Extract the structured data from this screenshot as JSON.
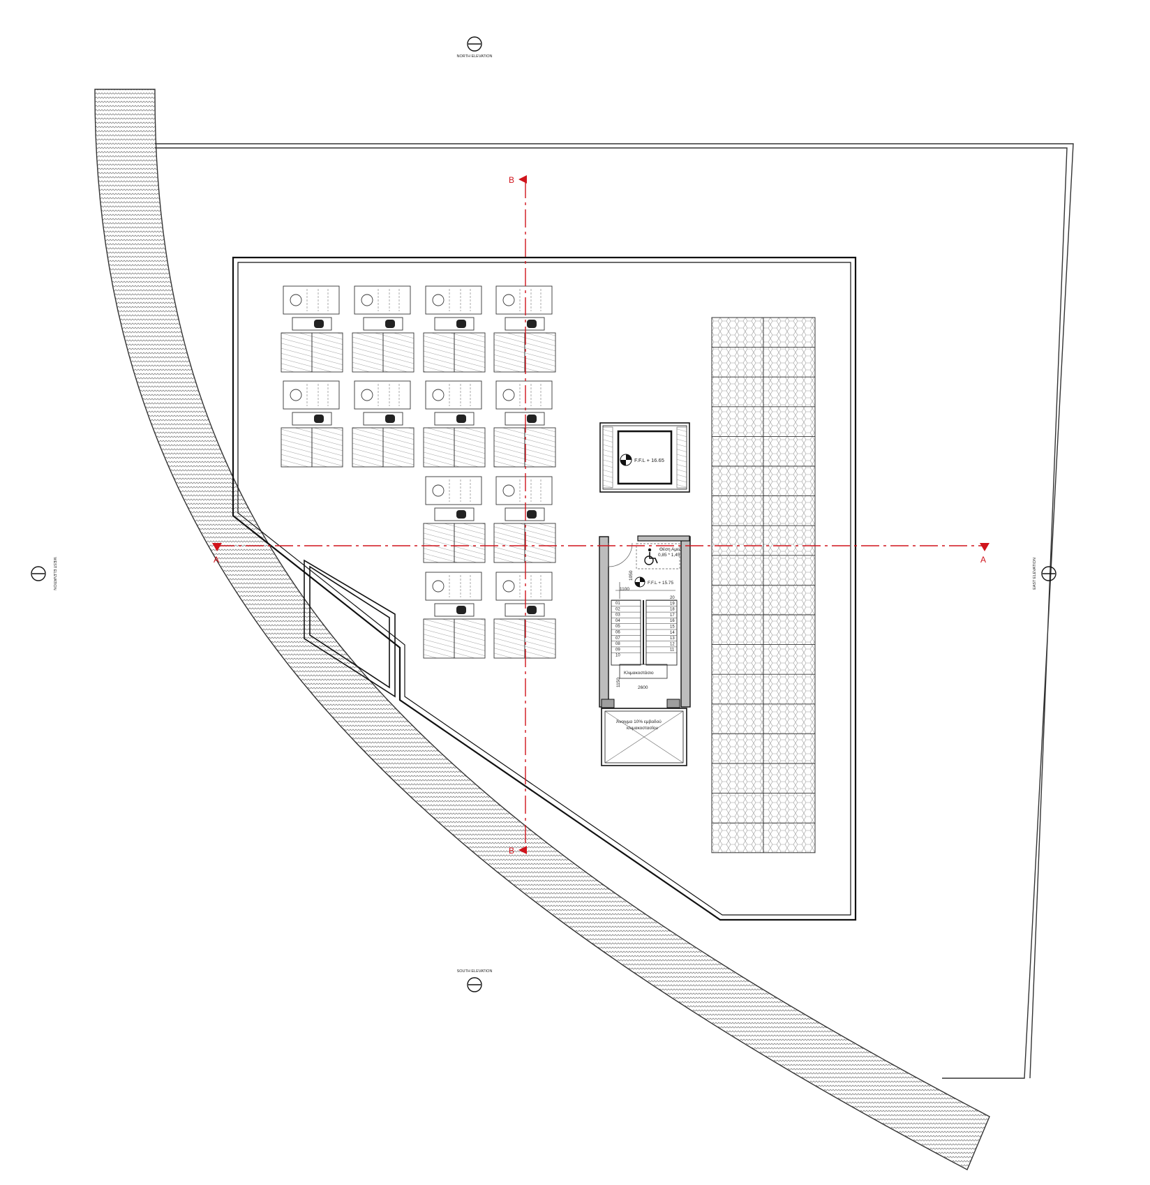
{
  "elevations": {
    "north": "NORTH ELEVATION",
    "south": "SOUTH ELEVATION",
    "east": "EAST ELEVATION",
    "west": "WEST ELEVATION"
  },
  "sections": {
    "a": "A",
    "b": "B"
  },
  "levels": {
    "roof": "F.F.L + 16.65",
    "stair": "F.F.L + 15.75"
  },
  "wheelchair_space": {
    "line1": "Θέση Αμεα",
    "line2": "0,85 * 1,45"
  },
  "dimensions": {
    "landing_width": "1100",
    "landing_depth": "1050",
    "stair_width": "2600",
    "stair_depth": "1150"
  },
  "stair": {
    "label": "Κλιμακοστάσιο",
    "left_steps": [
      "01",
      "02",
      "03",
      "04",
      "05",
      "06",
      "07",
      "08",
      "09",
      "10"
    ],
    "right_steps": [
      "20",
      "19",
      "18",
      "17",
      "16",
      "15",
      "14",
      "13",
      "12",
      "11"
    ]
  },
  "opening": {
    "line1": "Άνοιγμα 10% εμβαδού",
    "line2": "κλιμακοστασίου"
  },
  "colors": {
    "section_line": "#d0141c",
    "lines": "#222222",
    "hatch": "#777777"
  }
}
